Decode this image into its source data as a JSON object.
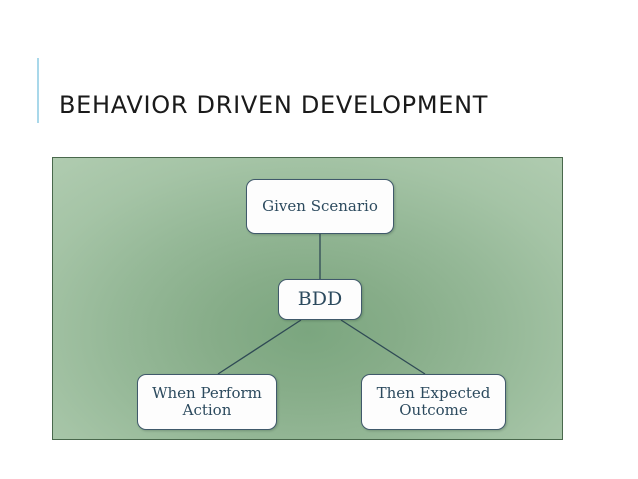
{
  "slide": {
    "title": "BEHAVIOR DRIVEN DEVELOPMENT",
    "background_color": "#ffffff",
    "accent_bar_color": "#a9d8ea"
  },
  "diagram": {
    "panel": {
      "fill_center_color": "#7ba67f",
      "fill_edge_color": "#b2cdb2",
      "border_color": "#49684c"
    },
    "node_style": {
      "fill_color": "#fdfdfd",
      "border_color": "#40596b",
      "text_color": "#2c4a5e"
    },
    "connector_color": "#2f4a55",
    "nodes": [
      {
        "id": "given",
        "label": "Given Scenario"
      },
      {
        "id": "bdd",
        "label": "BDD"
      },
      {
        "id": "when",
        "label": "When Perform Action"
      },
      {
        "id": "then",
        "label": "Then Expected Outcome"
      }
    ],
    "edges": [
      {
        "from": "given",
        "to": "bdd"
      },
      {
        "from": "bdd",
        "to": "when"
      },
      {
        "from": "bdd",
        "to": "then"
      }
    ]
  }
}
